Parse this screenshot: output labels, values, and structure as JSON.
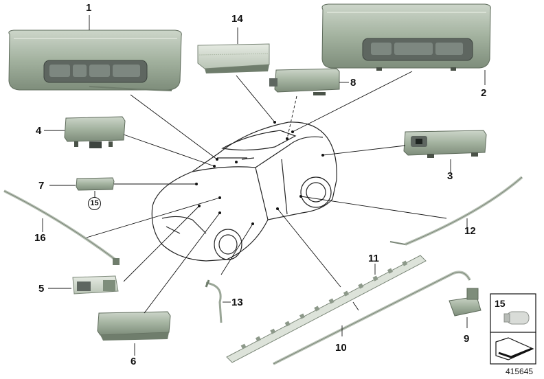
{
  "callouts": {
    "c1": "1",
    "c2": "2",
    "c3": "3",
    "c4": "4",
    "c5": "5",
    "c6": "6",
    "c7": "7",
    "c8": "8",
    "c9": "9",
    "c10": "10",
    "c11": "11",
    "c12": "12",
    "c13": "13",
    "c14": "14",
    "c15": "15",
    "c16": "16"
  },
  "inset": {
    "label": "15"
  },
  "diagram_number": "415645",
  "colors": {
    "part_fill": "#a9b7a6",
    "part_dark": "#6f7d6c",
    "line": "#111111",
    "car_line": "#222222"
  }
}
